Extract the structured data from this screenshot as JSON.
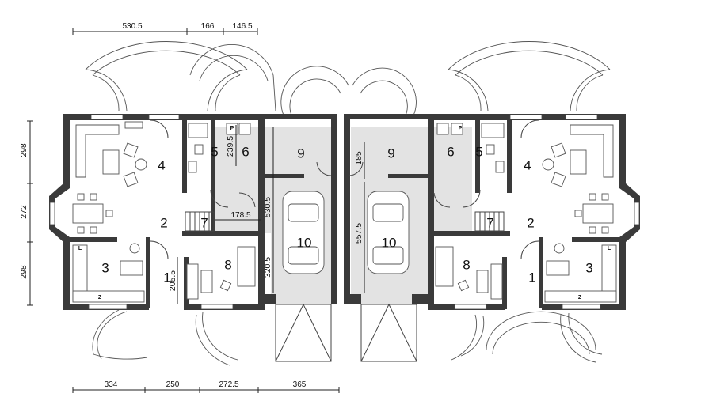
{
  "dimensions": {
    "top": [
      "530.5",
      "166",
      "146.5"
    ],
    "bottom": [
      "334",
      "250",
      "272.5",
      "365"
    ],
    "left": [
      "298",
      "272",
      "298"
    ],
    "interior_left_unit": [
      "239.5",
      "178.5",
      "530.5",
      "320.5",
      "205.5"
    ],
    "interior_right_unit": [
      "185",
      "557.5"
    ]
  },
  "rooms_left": {
    "r1": "1",
    "r2": "2",
    "r3": "3",
    "r4": "4",
    "r5": "5",
    "r6": "6",
    "r7": "7",
    "r8": "8",
    "r9": "9",
    "r10": "10"
  },
  "rooms_right": {
    "r1": "1",
    "r2": "2",
    "r3": "3",
    "r4": "4",
    "r5": "5",
    "r6": "6",
    "r7": "7",
    "r8": "8",
    "r9": "9",
    "r10": "10"
  },
  "symbols": {
    "p": "P",
    "l": "L",
    "z": "Z"
  }
}
